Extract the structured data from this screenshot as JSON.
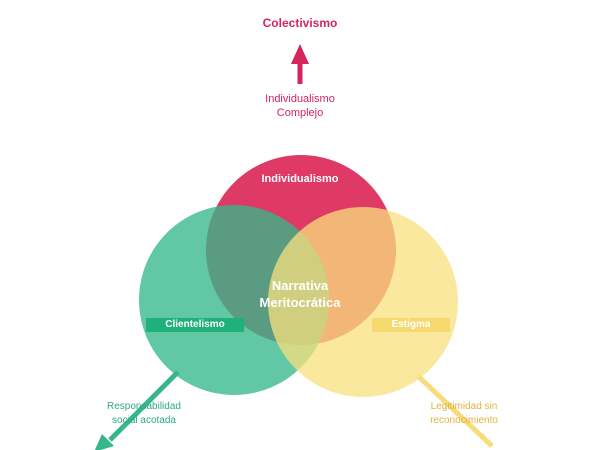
{
  "diagram": {
    "top_label": "Colectivismo",
    "top_connector_lines": [
      "Individualismo",
      "Complejo"
    ],
    "circles": {
      "top": {
        "label": "Individualismo",
        "color": "#dd2a5a"
      },
      "left": {
        "label": "Clientelismo",
        "color": "#35b78a"
      },
      "right": {
        "label": "Estigma",
        "color": "#f8e07e"
      }
    },
    "center_lines": [
      "Narrativa",
      "Meritocrática"
    ],
    "bottom_left_lines": [
      "Responsabilidad",
      "social acotada"
    ],
    "bottom_right_lines": [
      "Legitimidad sin",
      "reconocimiento"
    ],
    "colors": {
      "top_text": "#d6245c",
      "left_text": "#2bab7b",
      "right_text": "#e0b43a",
      "left_band": "#1fb07b",
      "right_band": "#f6d96e"
    }
  }
}
